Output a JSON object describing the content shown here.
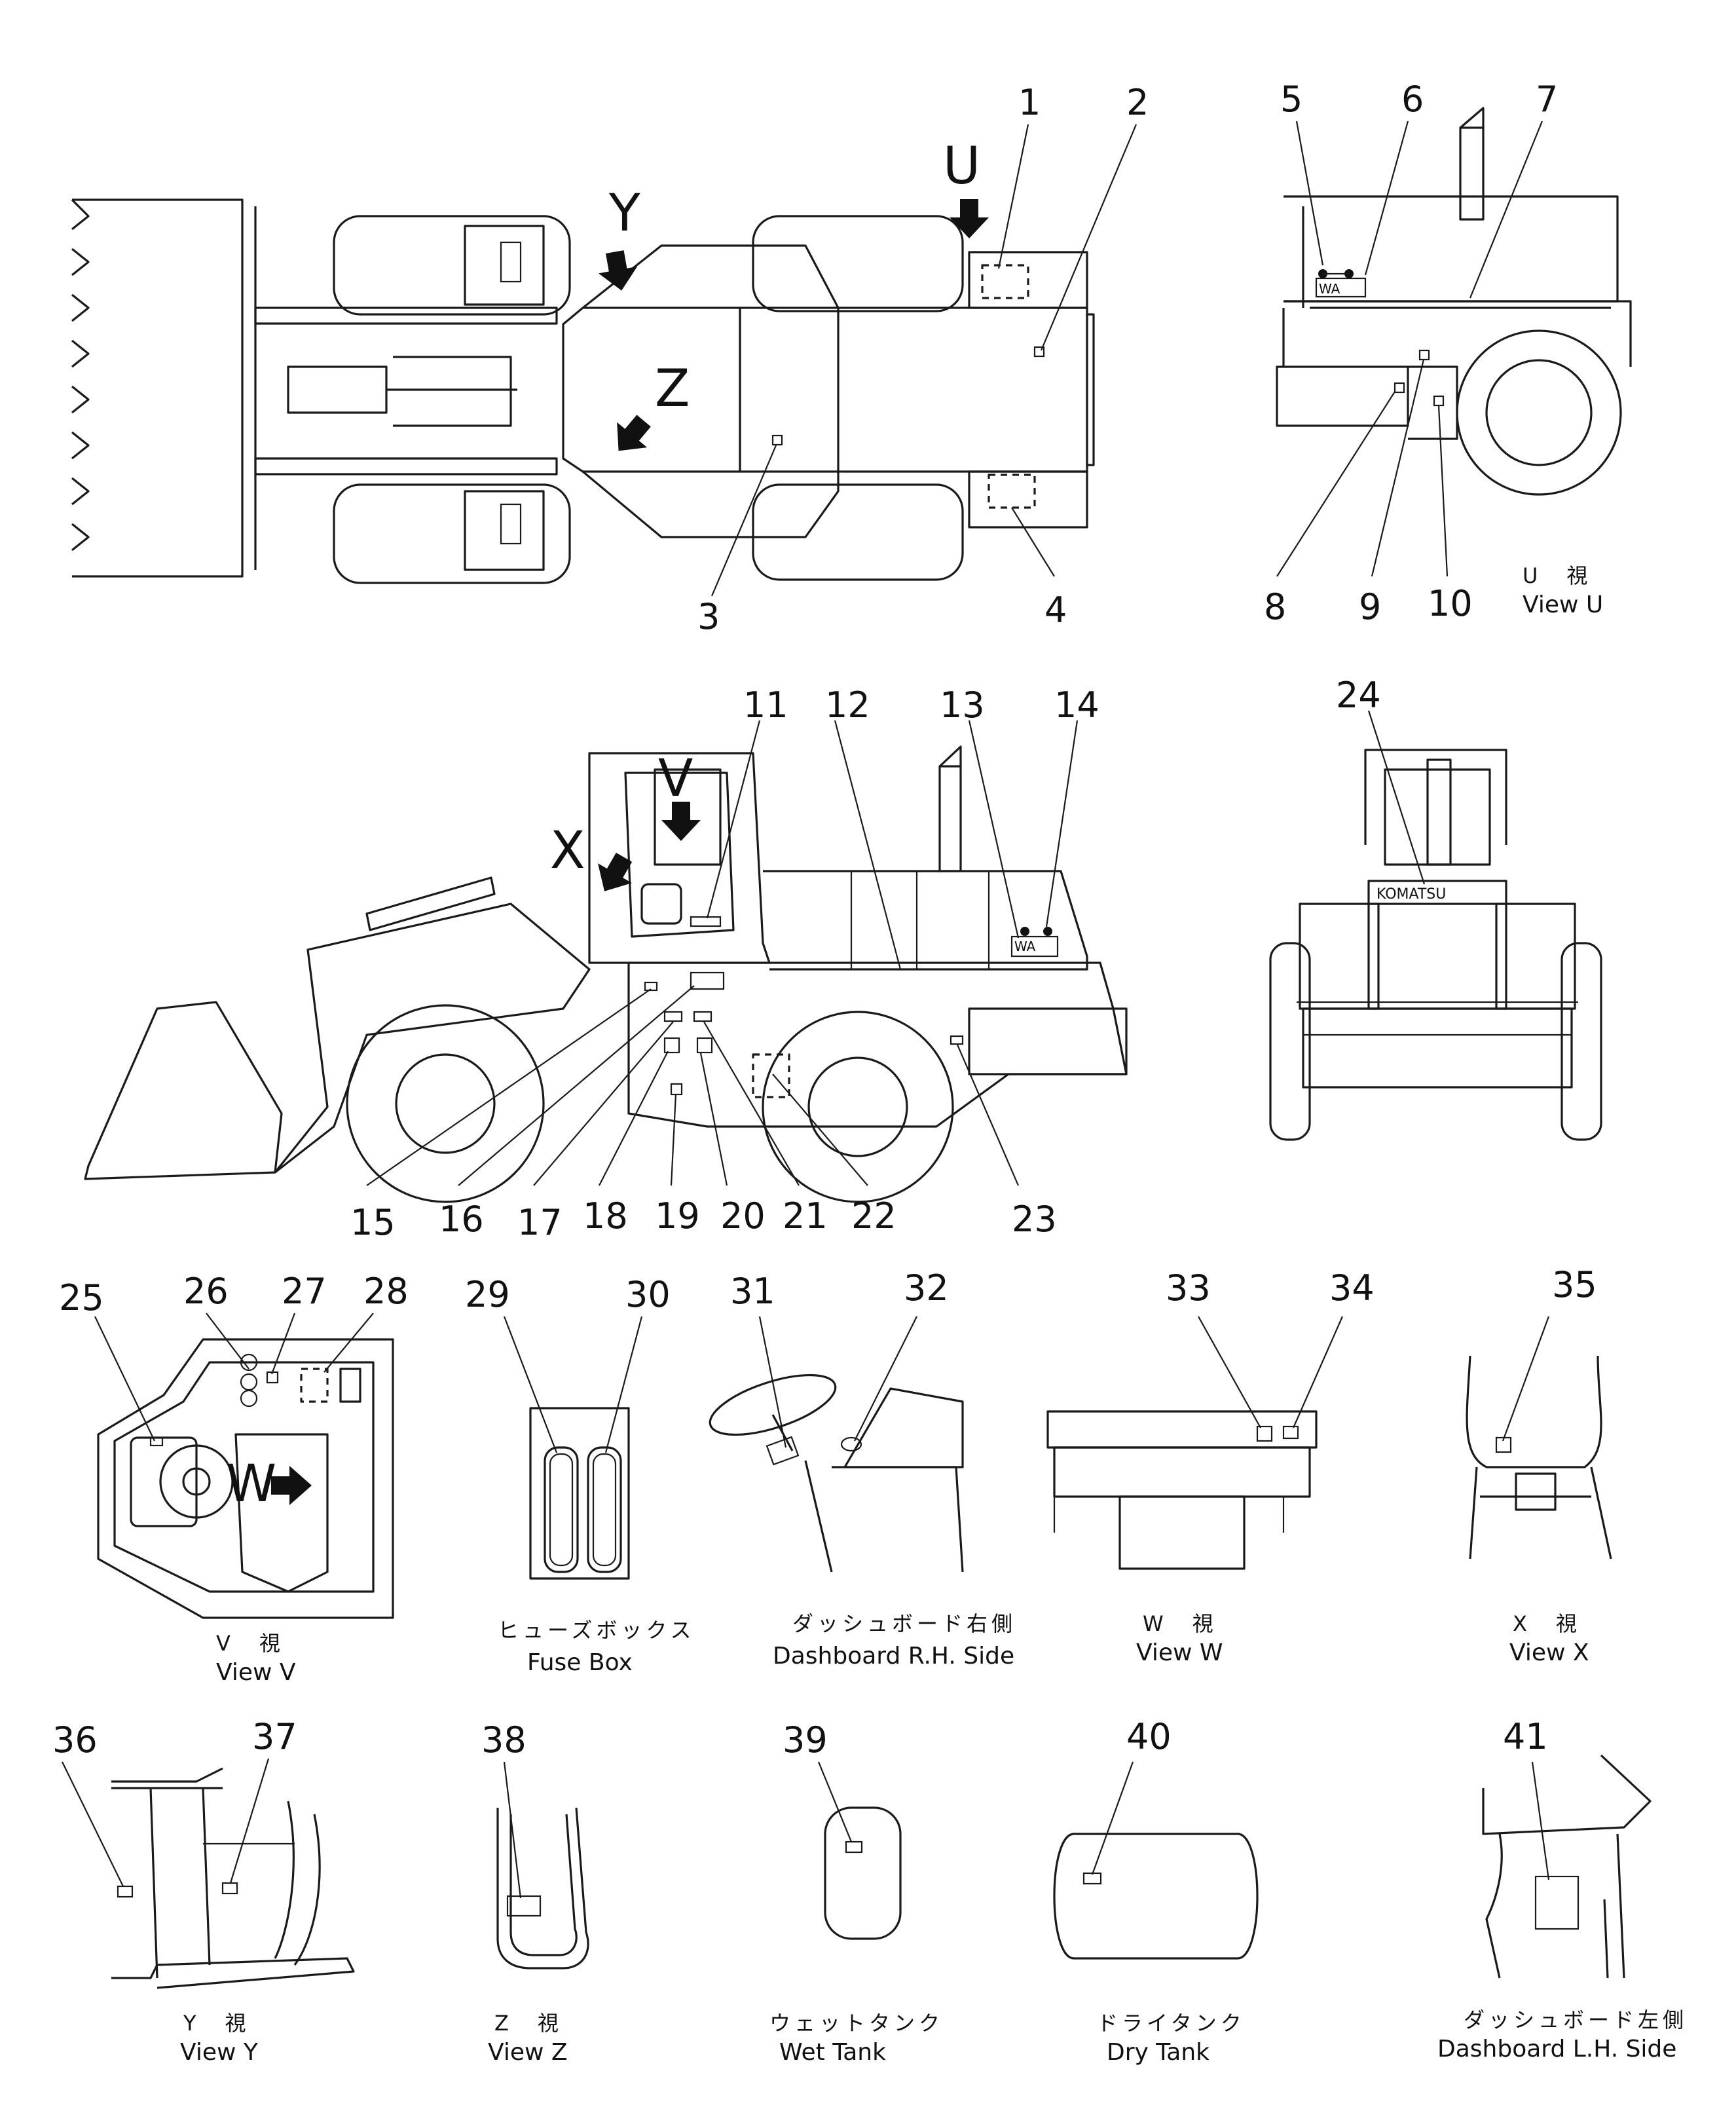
{
  "callouts": [
    "1",
    "2",
    "3",
    "4",
    "5",
    "6",
    "7",
    "8",
    "9",
    "10",
    "11",
    "12",
    "13",
    "14",
    "15",
    "16",
    "17",
    "18",
    "19",
    "20",
    "21",
    "22",
    "23",
    "24",
    "25",
    "26",
    "27",
    "28",
    "29",
    "30",
    "31",
    "32",
    "33",
    "34",
    "35",
    "36",
    "37",
    "38",
    "39",
    "40",
    "41"
  ],
  "view_markers": {
    "u": "U",
    "y": "Y",
    "z": "Z",
    "v": "V",
    "x": "X",
    "w": "W"
  },
  "captions": {
    "view_u": {
      "jp": "U　視",
      "en": "View  U"
    },
    "view_v": {
      "jp": "V　視",
      "en": "View  V"
    },
    "fuse_box": {
      "jp": "ヒューズボックス",
      "en": "Fuse Box"
    },
    "dash_rh": {
      "jp": "ダッシュボード右側",
      "en": "Dashboard R.H. Side"
    },
    "view_w": {
      "jp": "W　視",
      "en": "View  W"
    },
    "view_x": {
      "jp": "X　視",
      "en": "View  X"
    },
    "view_y": {
      "jp": "Y　視",
      "en": "View  Y"
    },
    "view_z": {
      "jp": "Z　視",
      "en": "View  Z"
    },
    "wet_tank": {
      "jp": "ウェットタンク",
      "en": "Wet Tank"
    },
    "dry_tank": {
      "jp": "ドライタンク",
      "en": "Dry Tank"
    },
    "dash_lh": {
      "jp": "ダッシュボード左側",
      "en": "Dashboard L.H. Side"
    }
  },
  "plates": {
    "komatsu": "KOMATSU",
    "wa_side": "WA",
    "wa_rear": "WA"
  },
  "icons": {
    "arrow": "down-arrow-icon"
  }
}
